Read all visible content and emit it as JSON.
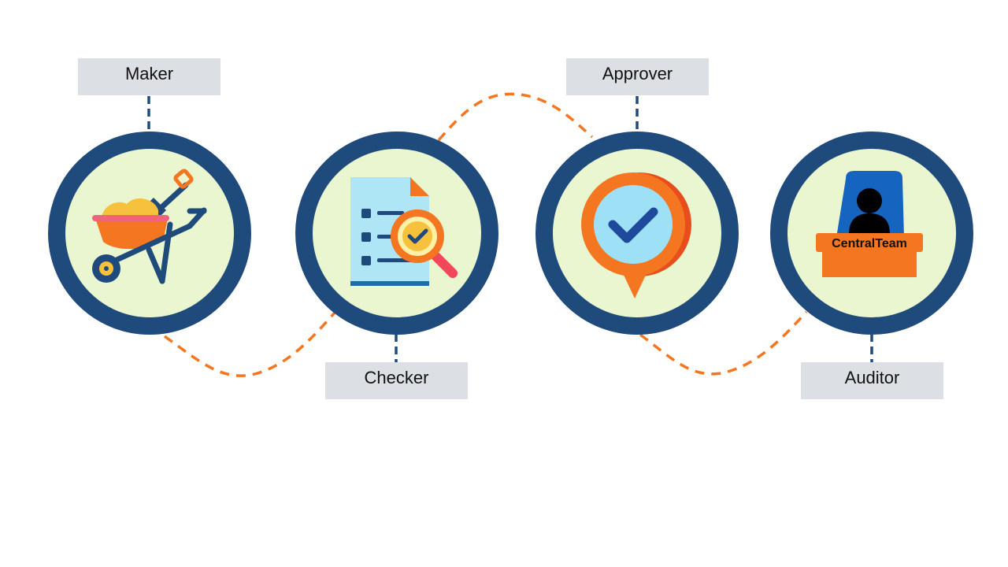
{
  "colors": {
    "ring": "#1f4a7c",
    "inner": "#e9f6d0",
    "connector": "#f47621",
    "label_bg": "#dcdfe3",
    "stem": "#1f4a7c"
  },
  "roles": [
    {
      "label": "Maker",
      "icon": "wheelbarrow-shovel-icon"
    },
    {
      "label": "Checker",
      "icon": "checklist-magnifier-icon"
    },
    {
      "label": "Approver",
      "icon": "checkmark-badge-icon"
    },
    {
      "label": "Auditor",
      "icon": "central-team-desk-icon",
      "icon_text": "CentralTeam"
    }
  ]
}
